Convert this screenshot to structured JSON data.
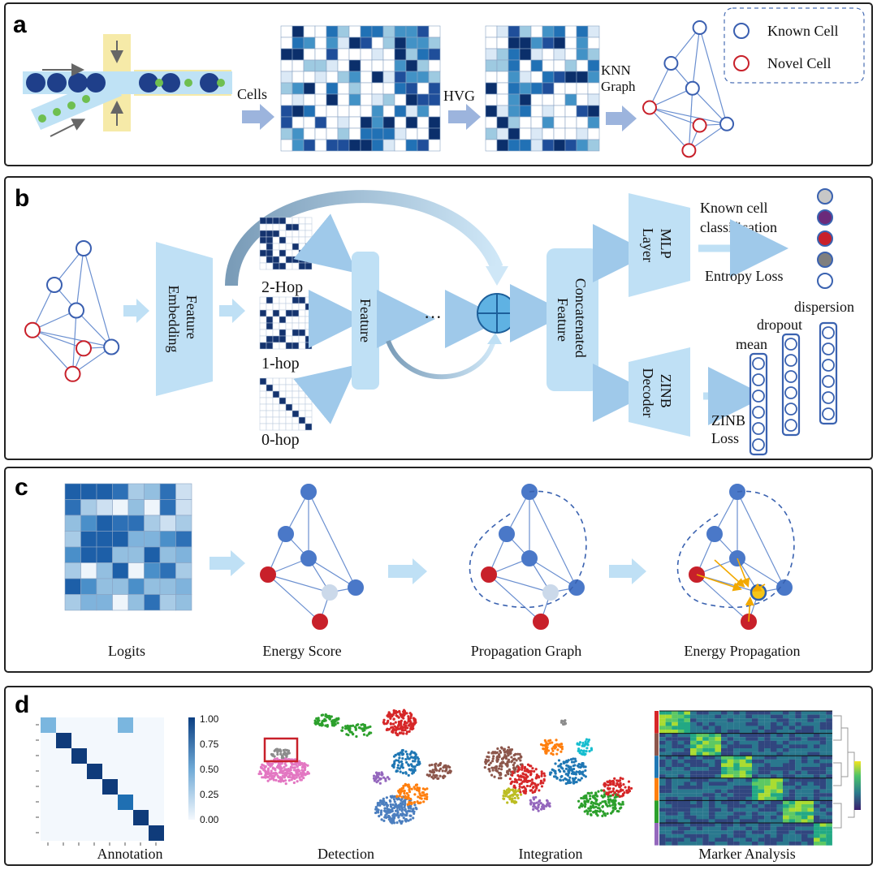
{
  "panels": {
    "a": {
      "label": "a",
      "cells_label": "Cells",
      "hvg_label": "HVG",
      "knn_line1": "KNN",
      "knn_line2": "Graph",
      "legend": {
        "known": "Known Cell",
        "novel": "Novel Cell"
      }
    },
    "b": {
      "label": "b",
      "feature_embedding_line1": "Feature",
      "feature_embedding_line2": "Embedding",
      "hop2": "2-Hop",
      "hop1": "1-hop",
      "hop0": "0-hop",
      "feature": "Feature",
      "ellipsis": "···",
      "concat_line1": "Concatenated",
      "concat_line2": "Feature",
      "mlp_line1": "MLP",
      "mlp_line2": "Layer",
      "zinb_line1": "ZINB",
      "zinb_line2": "Decoder",
      "known_cls_line1": "Known cell",
      "known_cls_line2": "classification",
      "entropy_loss": "Entropy Loss",
      "zinb_loss_line1": "ZINB",
      "zinb_loss_line2": "Loss",
      "mean": "mean",
      "dropout": "dropout",
      "dispersion": "dispersion",
      "class_colors": [
        "#c7c7c7",
        "#6b2a7a",
        "#c8202a",
        "#7f7f7f",
        "#ffffff"
      ]
    },
    "c": {
      "label": "c",
      "logits": "Logits",
      "energy_score": "Energy Score",
      "propagation_graph": "Propagation Graph",
      "energy_propagation": "Energy Propagation"
    },
    "d": {
      "label": "d",
      "annotation": "Annotation",
      "detection": "Detection",
      "integration": "Integration",
      "marker_analysis": "Marker Analysis",
      "colorbar_ticks": [
        "1.00",
        "0.75",
        "0.50",
        "0.25",
        "0.00"
      ]
    }
  },
  "colors": {
    "known_node": "#3a5fb0",
    "novel_node": "#c8202a",
    "filled_known": "#4a78c8",
    "arrow": "#9fc9ea",
    "box_fill": "#bfe0f5",
    "dark_blue": "#14336e",
    "energy_node": "#f5c518"
  }
}
